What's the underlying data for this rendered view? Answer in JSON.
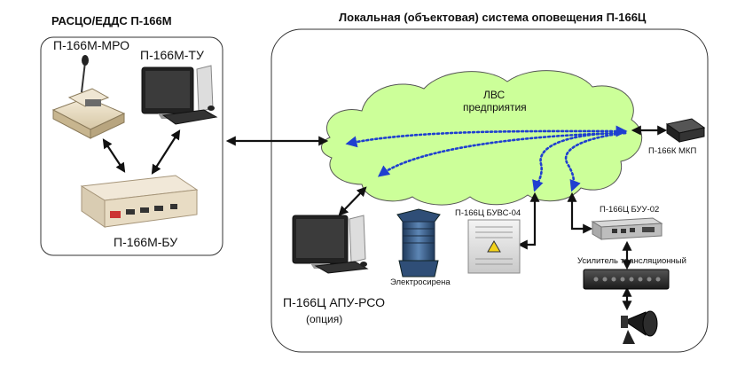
{
  "left_panel": {
    "title": "РАСЦО/ЕДДС П-166М",
    "mro_label": "П-166М-МРО",
    "tu_label": "П-166М-ТУ",
    "bu_label": "П-166М-БУ"
  },
  "right_panel": {
    "title": "Локальная (объектовая) система оповещения П-166Ц",
    "lan_label_line1": "ЛВС",
    "lan_label_line2": "предприятия",
    "mkp_label": "П-166К МКП",
    "buvs_label": "П-166Ц БУВС-04",
    "buu_label": "П-166Ц БУУ-02",
    "amp_label": "Усилитель  трансляционный",
    "siren_label": "Электросирена",
    "apu_label_line1": "П-166Ц АПУ-РСО",
    "apu_label_line2": "(опция)"
  },
  "colors": {
    "cloud_fill": "#ccff99",
    "cloud_stroke": "#555555",
    "dotted_link": "#1f3fd0",
    "arrow": "#111111",
    "panel_stroke": "#333333"
  }
}
